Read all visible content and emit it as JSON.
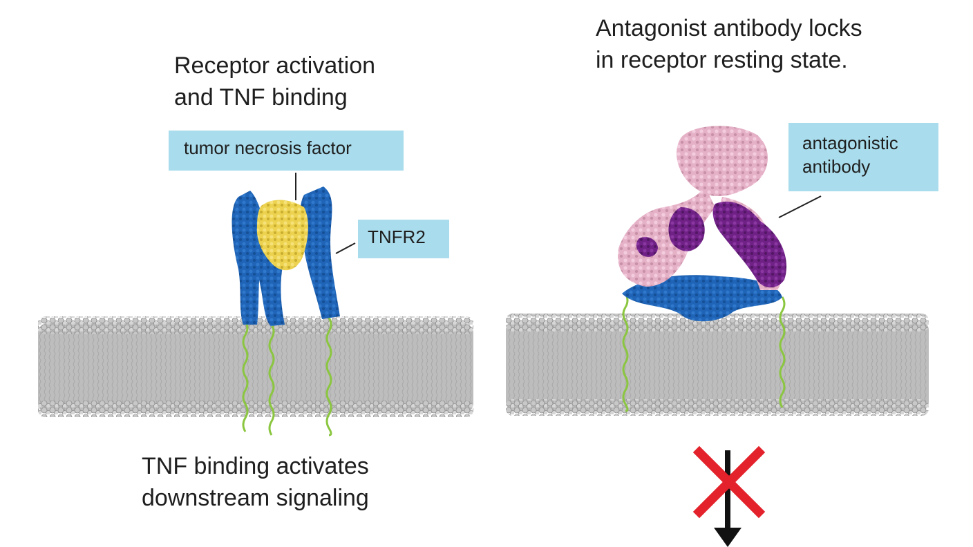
{
  "left_panel": {
    "title_lines": [
      "Receptor activation",
      "and TNF binding"
    ],
    "ligand_label": "tumor necrosis factor",
    "receptor_label": "TNFR2",
    "caption_lines": [
      "TNF binding activates",
      "downstream signaling"
    ]
  },
  "right_panel": {
    "title_lines": [
      "Antagonist antibody locks",
      "in receptor resting state."
    ],
    "antibody_label_lines": [
      "antagonistic",
      "antibody"
    ]
  },
  "colors": {
    "receptor_blue": "#1f64b6",
    "tnf_yellow": "#ecd24f",
    "antibody_pink": "#e5b1c7",
    "antibody_purple": "#6f2185",
    "membrane_gray": "#9a9a9a",
    "transmembrane_green": "#8bc640",
    "label_fill": "#a9dcec",
    "block_red": "#e3222b",
    "arrow_black": "#111111"
  },
  "icons": {
    "blocked_signal": "red-x-over-down-arrow-icon"
  }
}
